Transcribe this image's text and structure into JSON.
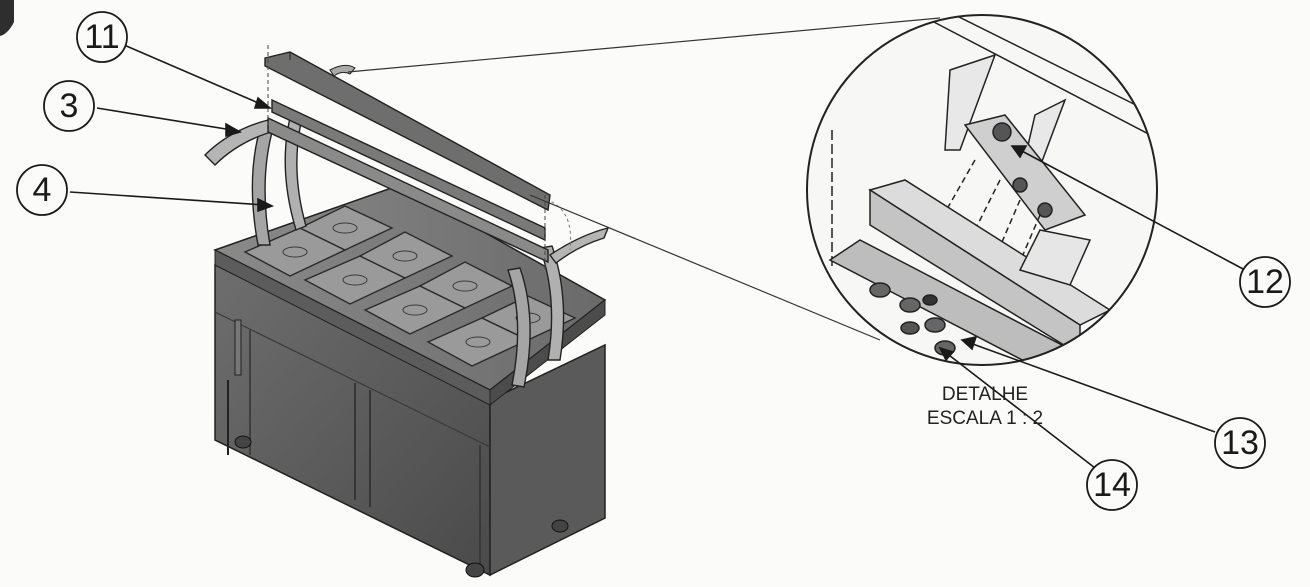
{
  "callouts": [
    {
      "id": "c3",
      "label": "3"
    },
    {
      "id": "c4",
      "label": "4"
    },
    {
      "id": "c11",
      "label": "11"
    },
    {
      "id": "c12",
      "label": "12"
    },
    {
      "id": "c13",
      "label": "13"
    },
    {
      "id": "c14",
      "label": "14"
    }
  ],
  "detail": {
    "line1": "DETALHE",
    "line2": "ESCALA 1 : 2"
  }
}
